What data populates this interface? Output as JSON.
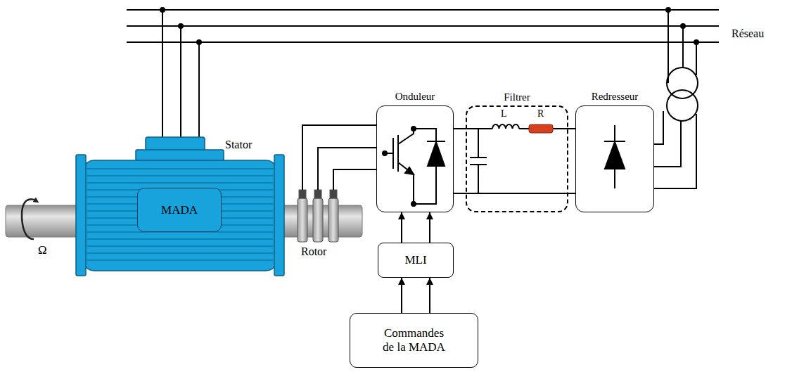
{
  "diagram": {
    "nodes": [
      {
        "text": [
          "MADA"
        ]
      },
      {
        "text": [
          "Onduleur"
        ]
      },
      {
        "text": [
          "Filtrer"
        ]
      },
      {
        "text": [
          "Redresseur"
        ]
      },
      {
        "text": [
          "MLI"
        ]
      },
      {
        "text": [
          "Commandes de la MADA"
        ]
      }
    ],
    "edges": [
      {
        "from": 5,
        "to": 4,
        "arrow": "to"
      },
      {
        "from": 5,
        "to": 4,
        "arrow": "to"
      },
      {
        "from": 4,
        "to": 1,
        "arrow": "to"
      },
      {
        "from": 4,
        "to": 1,
        "arrow": "to"
      },
      {
        "from": 1,
        "to": 2,
        "arrow": "none"
      },
      {
        "from": 1,
        "to": 2,
        "arrow": "none"
      },
      {
        "from": 2,
        "to": 3,
        "arrow": "none"
      },
      {
        "from": 2,
        "to": 3,
        "arrow": "none"
      }
    ],
    "labels": [
      "Réseau",
      "Stator",
      "Rotor",
      "Ω",
      "L",
      "R"
    ]
  }
}
